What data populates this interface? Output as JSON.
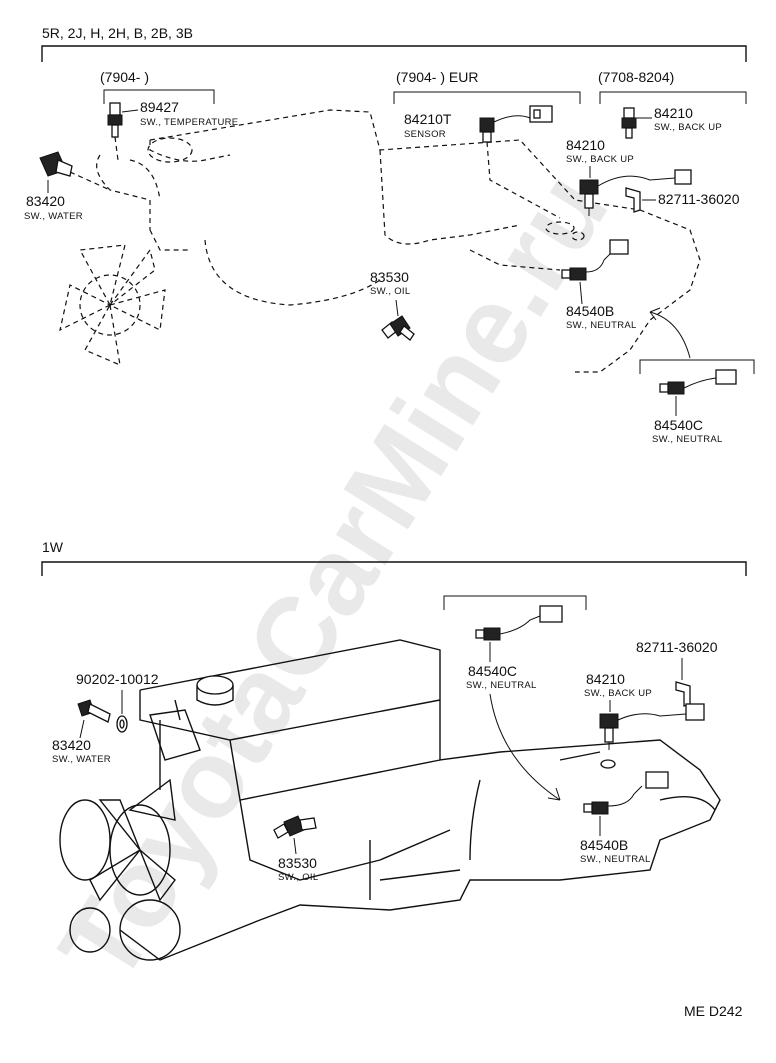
{
  "watermark": "ToyotaCarMine.ru",
  "page_code": "ME D242",
  "sections": [
    {
      "model_header": "5R, 2J, H, 2H, B, 2B, 3B",
      "callouts": [
        {
          "id": "a1",
          "part_no": "89427",
          "desc": "SW., TEMPERATURE"
        },
        {
          "id": "a2",
          "part_no": "83420",
          "desc": "SW., WATER"
        },
        {
          "id": "a3",
          "part_no": "84210T",
          "desc": "SENSOR"
        },
        {
          "id": "a4",
          "part_no": "84210",
          "desc": "SW., BACK UP"
        },
        {
          "id": "a5",
          "part_no": "84210",
          "desc": "SW., BACK UP"
        },
        {
          "id": "a6",
          "part_no": "82711-36020",
          "desc": ""
        },
        {
          "id": "a7",
          "part_no": "83530",
          "desc": "SW., OIL"
        },
        {
          "id": "a8",
          "part_no": "84540B",
          "desc": "SW., NEUTRAL"
        },
        {
          "id": "a9",
          "part_no": "84540C",
          "desc": "SW., NEUTRAL"
        }
      ],
      "date_brackets": [
        {
          "id": "d1",
          "label": "(7904-        )"
        },
        {
          "id": "d2",
          "label": "(7904-        ) EUR"
        },
        {
          "id": "d3",
          "label": "(7708-8204)"
        }
      ]
    },
    {
      "model_header": "1W",
      "callouts": [
        {
          "id": "b1",
          "part_no": "90202-10012",
          "desc": ""
        },
        {
          "id": "b2",
          "part_no": "83420",
          "desc": "SW., WATER"
        },
        {
          "id": "b3",
          "part_no": "84540C",
          "desc": "SW., NEUTRAL"
        },
        {
          "id": "b4",
          "part_no": "82711-36020",
          "desc": ""
        },
        {
          "id": "b5",
          "part_no": "84210",
          "desc": "SW., BACK UP"
        },
        {
          "id": "b6",
          "part_no": "83530",
          "desc": "SW., OIL"
        },
        {
          "id": "b7",
          "part_no": "84540B",
          "desc": "SW., NEUTRAL"
        }
      ]
    }
  ]
}
